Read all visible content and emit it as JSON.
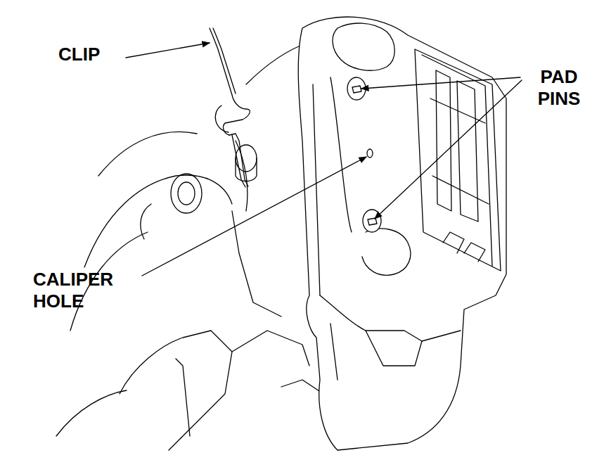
{
  "diagram": {
    "labels": [
      "CLIP",
      "PAD PINS",
      "CALIPER HOLE"
    ]
  }
}
